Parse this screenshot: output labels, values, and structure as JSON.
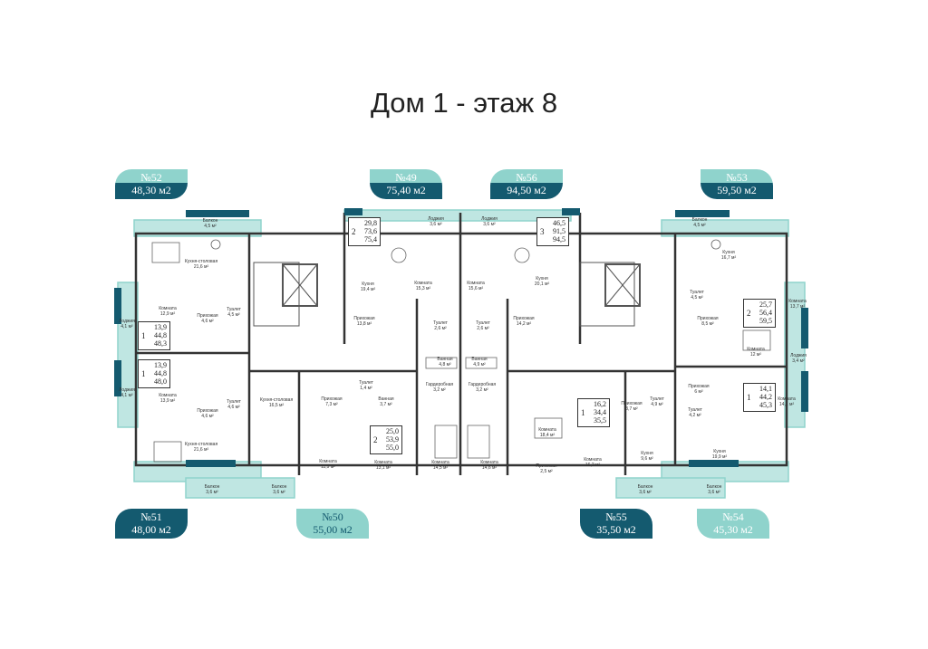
{
  "title": "Дом 1 - этаж 8",
  "apartments": [
    {
      "id": "52",
      "number": "№52",
      "area": "48,30 м2"
    },
    {
      "id": "49",
      "number": "№49",
      "area": "75,40 м2"
    },
    {
      "id": "56",
      "number": "№56",
      "area": "94,50 м2"
    },
    {
      "id": "53",
      "number": "№53",
      "area": "59,50 м2"
    },
    {
      "id": "51",
      "number": "№51",
      "area": "48,00 м2"
    },
    {
      "id": "50",
      "number": "№50",
      "area": "55,00 м2"
    },
    {
      "id": "55",
      "number": "№55",
      "area": "35,50 м2"
    },
    {
      "id": "54",
      "number": "№54",
      "area": "45,30 м2"
    }
  ],
  "summary_boxes": [
    {
      "rooms": "1",
      "v1": "13,9",
      "v2": "44,8",
      "v3": "48,3"
    },
    {
      "rooms": "1",
      "v1": "13,9",
      "v2": "44,8",
      "v3": "48,0"
    },
    {
      "rooms": "2",
      "v1": "29,8",
      "v2": "73,6",
      "v3": "75,4"
    },
    {
      "rooms": "3",
      "v1": "46,5",
      "v2": "91,5",
      "v3": "94,5"
    },
    {
      "rooms": "2",
      "v1": "25,7",
      "v2": "56,4",
      "v3": "59,5"
    },
    {
      "rooms": "1",
      "v1": "14,1",
      "v2": "44,2",
      "v3": "45,3"
    },
    {
      "rooms": "2",
      "v1": "25,0",
      "v2": "53,9",
      "v3": "55,0"
    },
    {
      "rooms": "1",
      "v1": "16,2",
      "v2": "34,4",
      "v3": "35,5"
    }
  ],
  "rooms": [
    {
      "name": "Балкон",
      "area": "4,5 м²"
    },
    {
      "name": "Кухня-столовая",
      "area": "21,6 м²"
    },
    {
      "name": "Комната",
      "area": "12,9 м²"
    },
    {
      "name": "Лоджия",
      "area": "4,1 м²"
    },
    {
      "name": "Прихожая",
      "area": "4,6 м²"
    },
    {
      "name": "Туалет",
      "area": "4,5 м²"
    },
    {
      "name": "Лоджия",
      "area": "4,1 м²"
    },
    {
      "name": "Комната",
      "area": "13,9 м²"
    },
    {
      "name": "Туалет",
      "area": "4,6 м²"
    },
    {
      "name": "Прихожая",
      "area": "4,6 м²"
    },
    {
      "name": "Кухня-столовая",
      "area": "21,6 м²"
    },
    {
      "name": "Балкон",
      "area": "3,6 м²"
    },
    {
      "name": "Балкон",
      "area": "3,6 м²"
    },
    {
      "name": "Кухня-столовая",
      "area": "16,5 м²"
    },
    {
      "name": "Комната",
      "area": "11,9 м²"
    },
    {
      "name": "Прихожая",
      "area": "7,3 м²"
    },
    {
      "name": "Туалет",
      "area": "1,4 м²"
    },
    {
      "name": "Ванная",
      "area": "3,7 м²"
    },
    {
      "name": "Комната",
      "area": "13,1 м²"
    },
    {
      "name": "Лоджия",
      "area": "3,6 м²"
    },
    {
      "name": "Кухня",
      "area": "19,4 м²"
    },
    {
      "name": "Комната",
      "area": "15,3 м²"
    },
    {
      "name": "Прихожая",
      "area": "13,8 м²"
    },
    {
      "name": "Туалет",
      "area": "2,6 м²"
    },
    {
      "name": "Ванная",
      "area": "4,8 м²"
    },
    {
      "name": "Гардеробная",
      "area": "3,2 м²"
    },
    {
      "name": "Комната",
      "area": "14,5 м²"
    },
    {
      "name": "Лоджия",
      "area": "3,6 м²"
    },
    {
      "name": "Комната",
      "area": "15,6 м²"
    },
    {
      "name": "Кухня",
      "area": "20,1 м²"
    },
    {
      "name": "Туалет",
      "area": "2,6 м²"
    },
    {
      "name": "Прихожая",
      "area": "14,2 м²"
    },
    {
      "name": "Ванная",
      "area": "4,9 м²"
    },
    {
      "name": "Гардеробная",
      "area": "3,2 м²"
    },
    {
      "name": "Комната",
      "area": "14,6 м²"
    },
    {
      "name": "Комната",
      "area": "18,4 м²"
    },
    {
      "name": "Прихожая",
      "area": "2,5 м²"
    },
    {
      "name": "Прихожая",
      "area": "3,7 м²"
    },
    {
      "name": "Туалет",
      "area": "4,9 м²"
    },
    {
      "name": "Комната",
      "area": "16,2 м²"
    },
    {
      "name": "Кухня",
      "area": "9,6 м²"
    },
    {
      "name": "Балкон",
      "area": "3,6 м²"
    },
    {
      "name": "Балкон",
      "area": "4,5 м²"
    },
    {
      "name": "Кухня",
      "area": "16,7 м²"
    },
    {
      "name": "Туалет",
      "area": "4,5 м²"
    },
    {
      "name": "Комната",
      "area": "13,7 м²"
    },
    {
      "name": "Прихожая",
      "area": "8,5 м²"
    },
    {
      "name": "Комната",
      "area": "12 м²"
    },
    {
      "name": "Лоджия",
      "area": "3,4 м²"
    },
    {
      "name": "Прихожая",
      "area": "6 м²"
    },
    {
      "name": "Комната",
      "area": "14,1 м²"
    },
    {
      "name": "Туалет",
      "area": "4,2 м²"
    },
    {
      "name": "Кухня",
      "area": "19,9 м²"
    },
    {
      "name": "Балкон",
      "area": "3,6 м²"
    }
  ],
  "colors": {
    "light_teal": "#8fd3cc",
    "dark_teal": "#145a6f",
    "wall": "#333333"
  }
}
